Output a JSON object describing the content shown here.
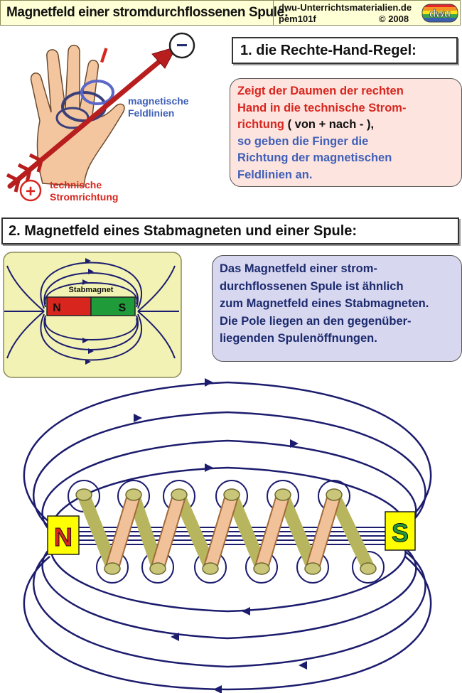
{
  "header": {
    "title": "Magnetfeld einer stromdurchflossenen Spule:",
    "site": "dwu-Unterrichtsmaterialien.de",
    "code": "pem101f",
    "year": "© 2008",
    "logo_text": "dwu"
  },
  "section1": {
    "heading": "1. die Rechte-Hand-Regel:",
    "minus_symbol": "−",
    "plus_symbol": "+",
    "current_mark": "I",
    "label_field_line1": "magnetische",
    "label_field_line2": "Feldlinien",
    "label_current_line1": "technische",
    "label_current_line2": "Stromrichtung",
    "callout_red_line1": "Zeigt der Daumen der rechten",
    "callout_red_line2": "Hand in die technische Strom-",
    "callout_red_line3": "richtung",
    "callout_dark_line3": " ( von + nach - ),",
    "callout_blue_line4": "so geben die Finger die",
    "callout_blue_line5": "Richtung der magnetischen",
    "callout_blue_line6": "Feldlinien an."
  },
  "section2": {
    "heading": "2. Magnetfeld eines Stabmagneten und einer Spule:",
    "magnet_title": "Stabmagnet",
    "magnet_n": "N",
    "magnet_s": "S",
    "callout_line1": "Das Magnetfeld einer strom-",
    "callout_line2": "durchflossenen Spule ist ähnlich",
    "callout_line3": "zum Magnetfeld eines Stabmagneten.",
    "callout_line4": "Die Pole liegen an den gegenüber-",
    "callout_line5": "liegenden Spulenöffnungen.",
    "coil_n": "N",
    "coil_s": "S"
  },
  "colors": {
    "header_bg": "#ffffd6",
    "red_text": "#d8261e",
    "blue_text": "#3f5fb8",
    "field_lines": "#1c1c6e",
    "callout1_bg": "#fde4df",
    "callout2_bg": "#d7d7ef",
    "magnet_panel_bg": "#f2f2b5",
    "magnet_north": "#d8261e",
    "magnet_south": "#1f9b3a",
    "pole_box_bg": "#ffff00",
    "coil_wire": "#f1c29a"
  }
}
